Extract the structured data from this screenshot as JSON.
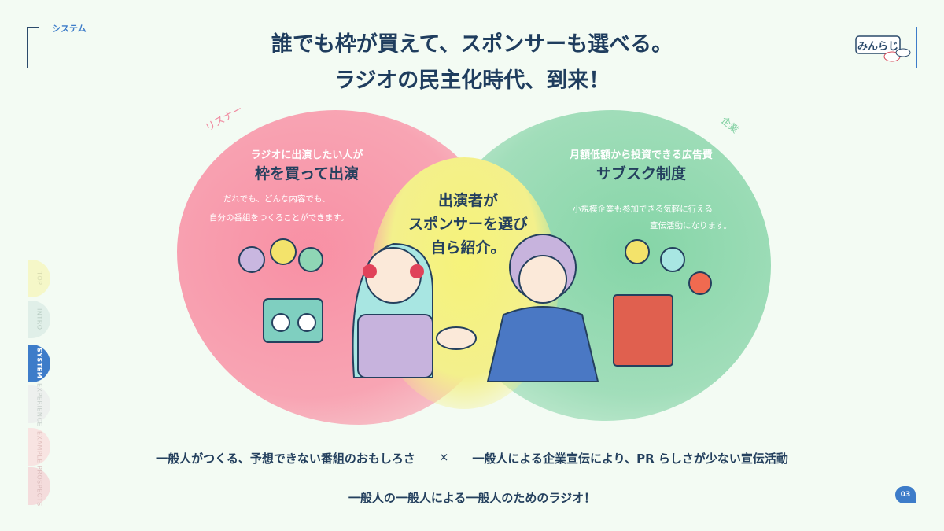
{
  "header": {
    "section": "システム",
    "title_line1": "誰でも枠が買えて、スポンサーも選べる。",
    "title_line2": "ラジオの民主化時代、到来！"
  },
  "logo": {
    "text": "みんらじ"
  },
  "nav": [
    {
      "label": "TOP",
      "color": "#f5f7c8",
      "active": false
    },
    {
      "label": "INTRO",
      "color": "#e0efe8",
      "active": false
    },
    {
      "label": "SYSTEM",
      "color": "#3d7cc9",
      "active": true
    },
    {
      "label": "EXPERIENCE",
      "color": "#edf0ee",
      "active": false
    },
    {
      "label": "EXAMPLE",
      "color": "#f8e4e2",
      "active": false
    },
    {
      "label": "PROSPECTS",
      "color": "#f4dcdc",
      "active": false
    }
  ],
  "listener": {
    "tag": "リスナー",
    "sub": "ラジオに出演したい人が",
    "headline": "枠を買って出演",
    "desc1": "だれでも、どんな内容でも、",
    "desc2": "自分の番組をつくることができます。"
  },
  "company": {
    "tag": "企業",
    "sub": "月額低額から投資できる広告費",
    "headline": "サブスク制度",
    "desc1": "小規模企業も参加できる気軽に行える",
    "desc2": "宣伝活動になります。"
  },
  "center": {
    "line1": "出演者が",
    "line2": "スポンサーを選び",
    "line3": "自ら紹介。"
  },
  "footer": {
    "left": "一般人がつくる、予想できない番組のおもしろさ",
    "times": "×",
    "right": "一般人による企業宣伝により、PR らしさが少ない宣伝活動",
    "tagline": "一般人の一般人による一般人のためのラジオ！",
    "page": "03"
  }
}
